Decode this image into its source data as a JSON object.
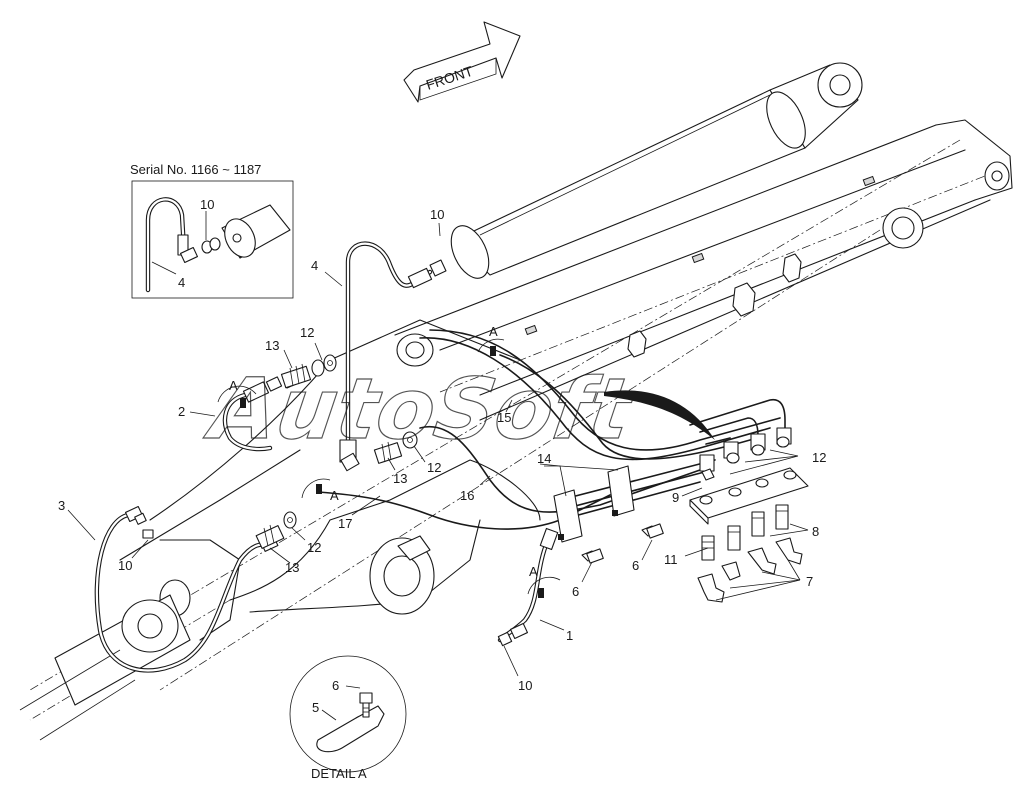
{
  "direction_arrow": {
    "text": "FRONT"
  },
  "inset": {
    "title": "Serial No. 1166 ~ 1187",
    "callouts": [
      "10",
      "4"
    ]
  },
  "detail": {
    "title": "DETAIL  A",
    "callouts": [
      "6",
      "5"
    ]
  },
  "section_markers": [
    "A",
    "A",
    "A",
    "A"
  ],
  "callouts": [
    "10",
    "4",
    "13",
    "12",
    "2",
    "3",
    "10",
    "13",
    "12",
    "13",
    "12",
    "17",
    "16",
    "14",
    "15",
    "12",
    "9",
    "8",
    "11",
    "7",
    "6",
    "6",
    "1",
    "10"
  ],
  "watermark": "AutoSoft"
}
